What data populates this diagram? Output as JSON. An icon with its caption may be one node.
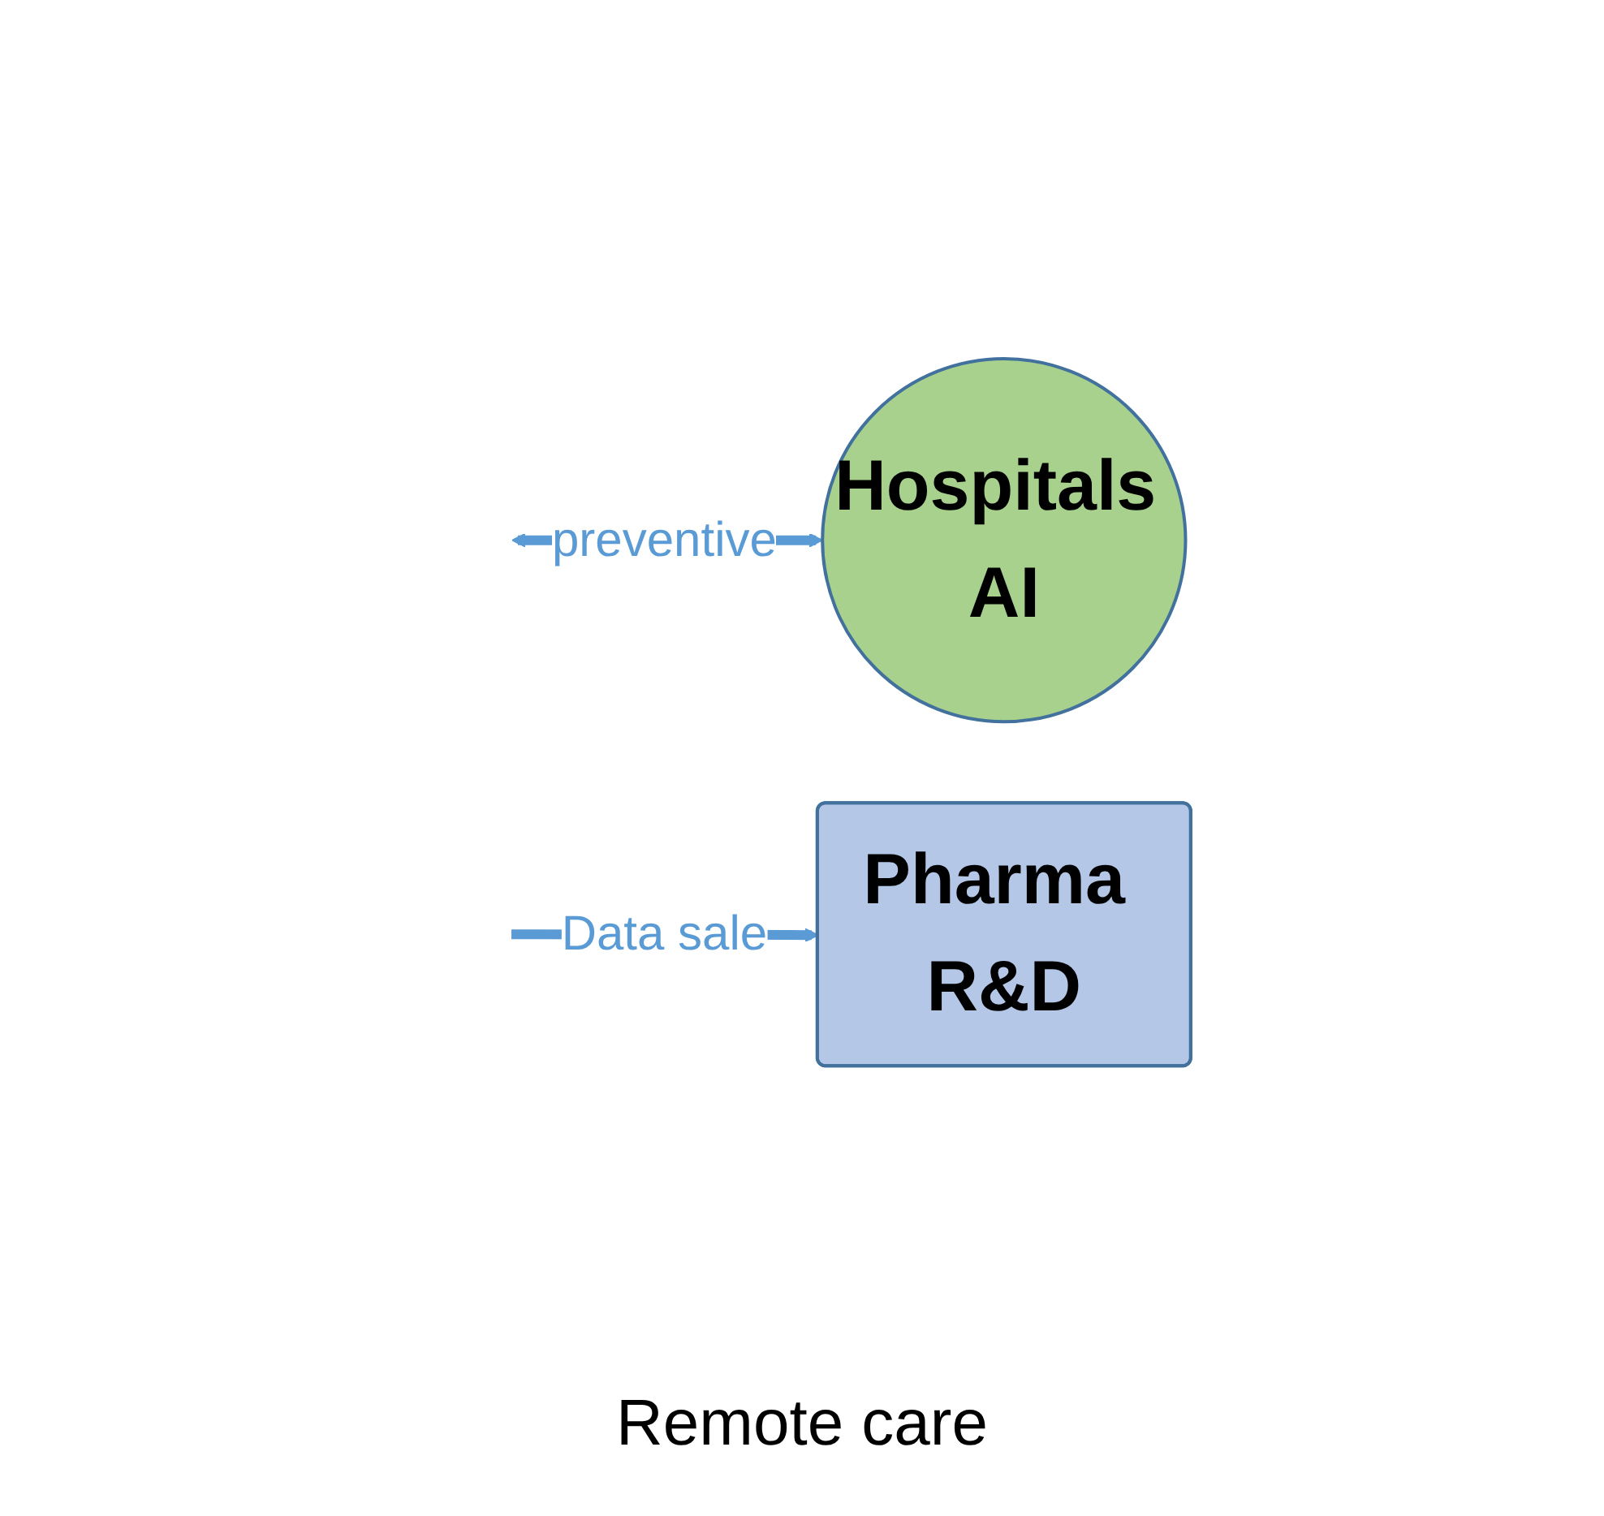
{
  "diagram": {
    "nodes": [
      {
        "text": [
          "Hospitals AI"
        ]
      },
      {
        "text": [
          "Pharma R&D"
        ]
      }
    ],
    "edges": [
      {
        "from": null,
        "to": 0,
        "arrow": "both",
        "label": "preventive"
      },
      {
        "from": null,
        "to": 1,
        "arrow": "to",
        "label": "Data sale"
      }
    ],
    "labels": [
      "Remote care"
    ]
  }
}
